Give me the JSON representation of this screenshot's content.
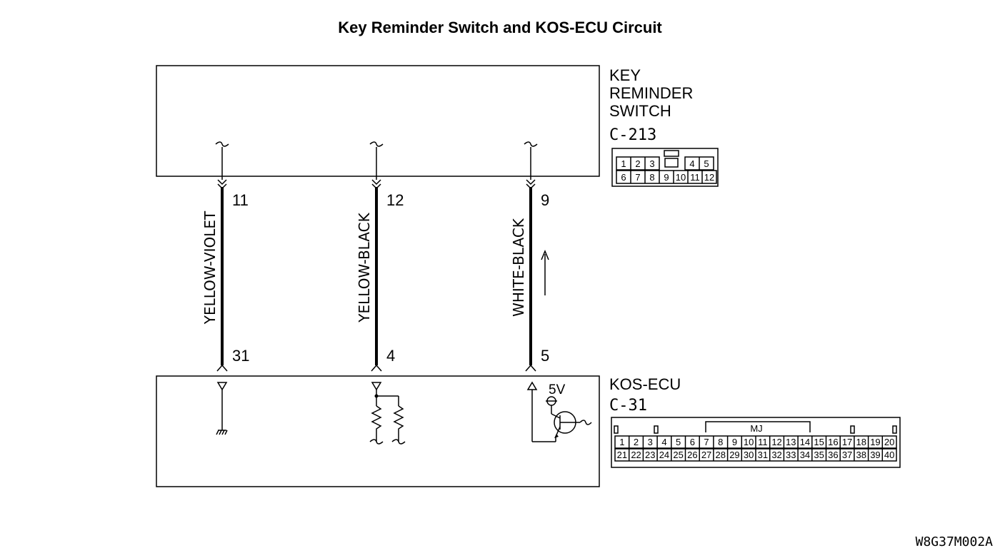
{
  "title": "Key Reminder Switch and KOS-ECU Circuit",
  "key_switch": {
    "name_lines": [
      "KEY",
      "REMINDER",
      "SWITCH"
    ],
    "connector": "C-213",
    "connector_rows": [
      [
        "1",
        "2",
        "3",
        "",
        "4",
        "5"
      ],
      [
        "6",
        "7",
        "8",
        "9",
        "10",
        "11",
        "12"
      ]
    ]
  },
  "ecu": {
    "name": "KOS-ECU",
    "connector": "C-31",
    "connector_label": "MJ",
    "connector_rows": [
      [
        "1",
        "2",
        "3",
        "4",
        "5",
        "6",
        "7",
        "8",
        "9",
        "10",
        "11",
        "12",
        "13",
        "14",
        "15",
        "16",
        "17",
        "18",
        "19",
        "20"
      ],
      [
        "21",
        "22",
        "23",
        "24",
        "25",
        "26",
        "27",
        "28",
        "29",
        "30",
        "31",
        "32",
        "33",
        "34",
        "35",
        "36",
        "37",
        "38",
        "39",
        "40"
      ]
    ],
    "voltage": "5V"
  },
  "wires": [
    {
      "color": "YELLOW-VIOLET",
      "top_pin": "11",
      "bottom_pin": "31"
    },
    {
      "color": "YELLOW-BLACK",
      "top_pin": "12",
      "bottom_pin": "4"
    },
    {
      "color": "WHITE-BLACK",
      "top_pin": "9",
      "bottom_pin": "5"
    }
  ],
  "figure_code": "W8G37M002A"
}
